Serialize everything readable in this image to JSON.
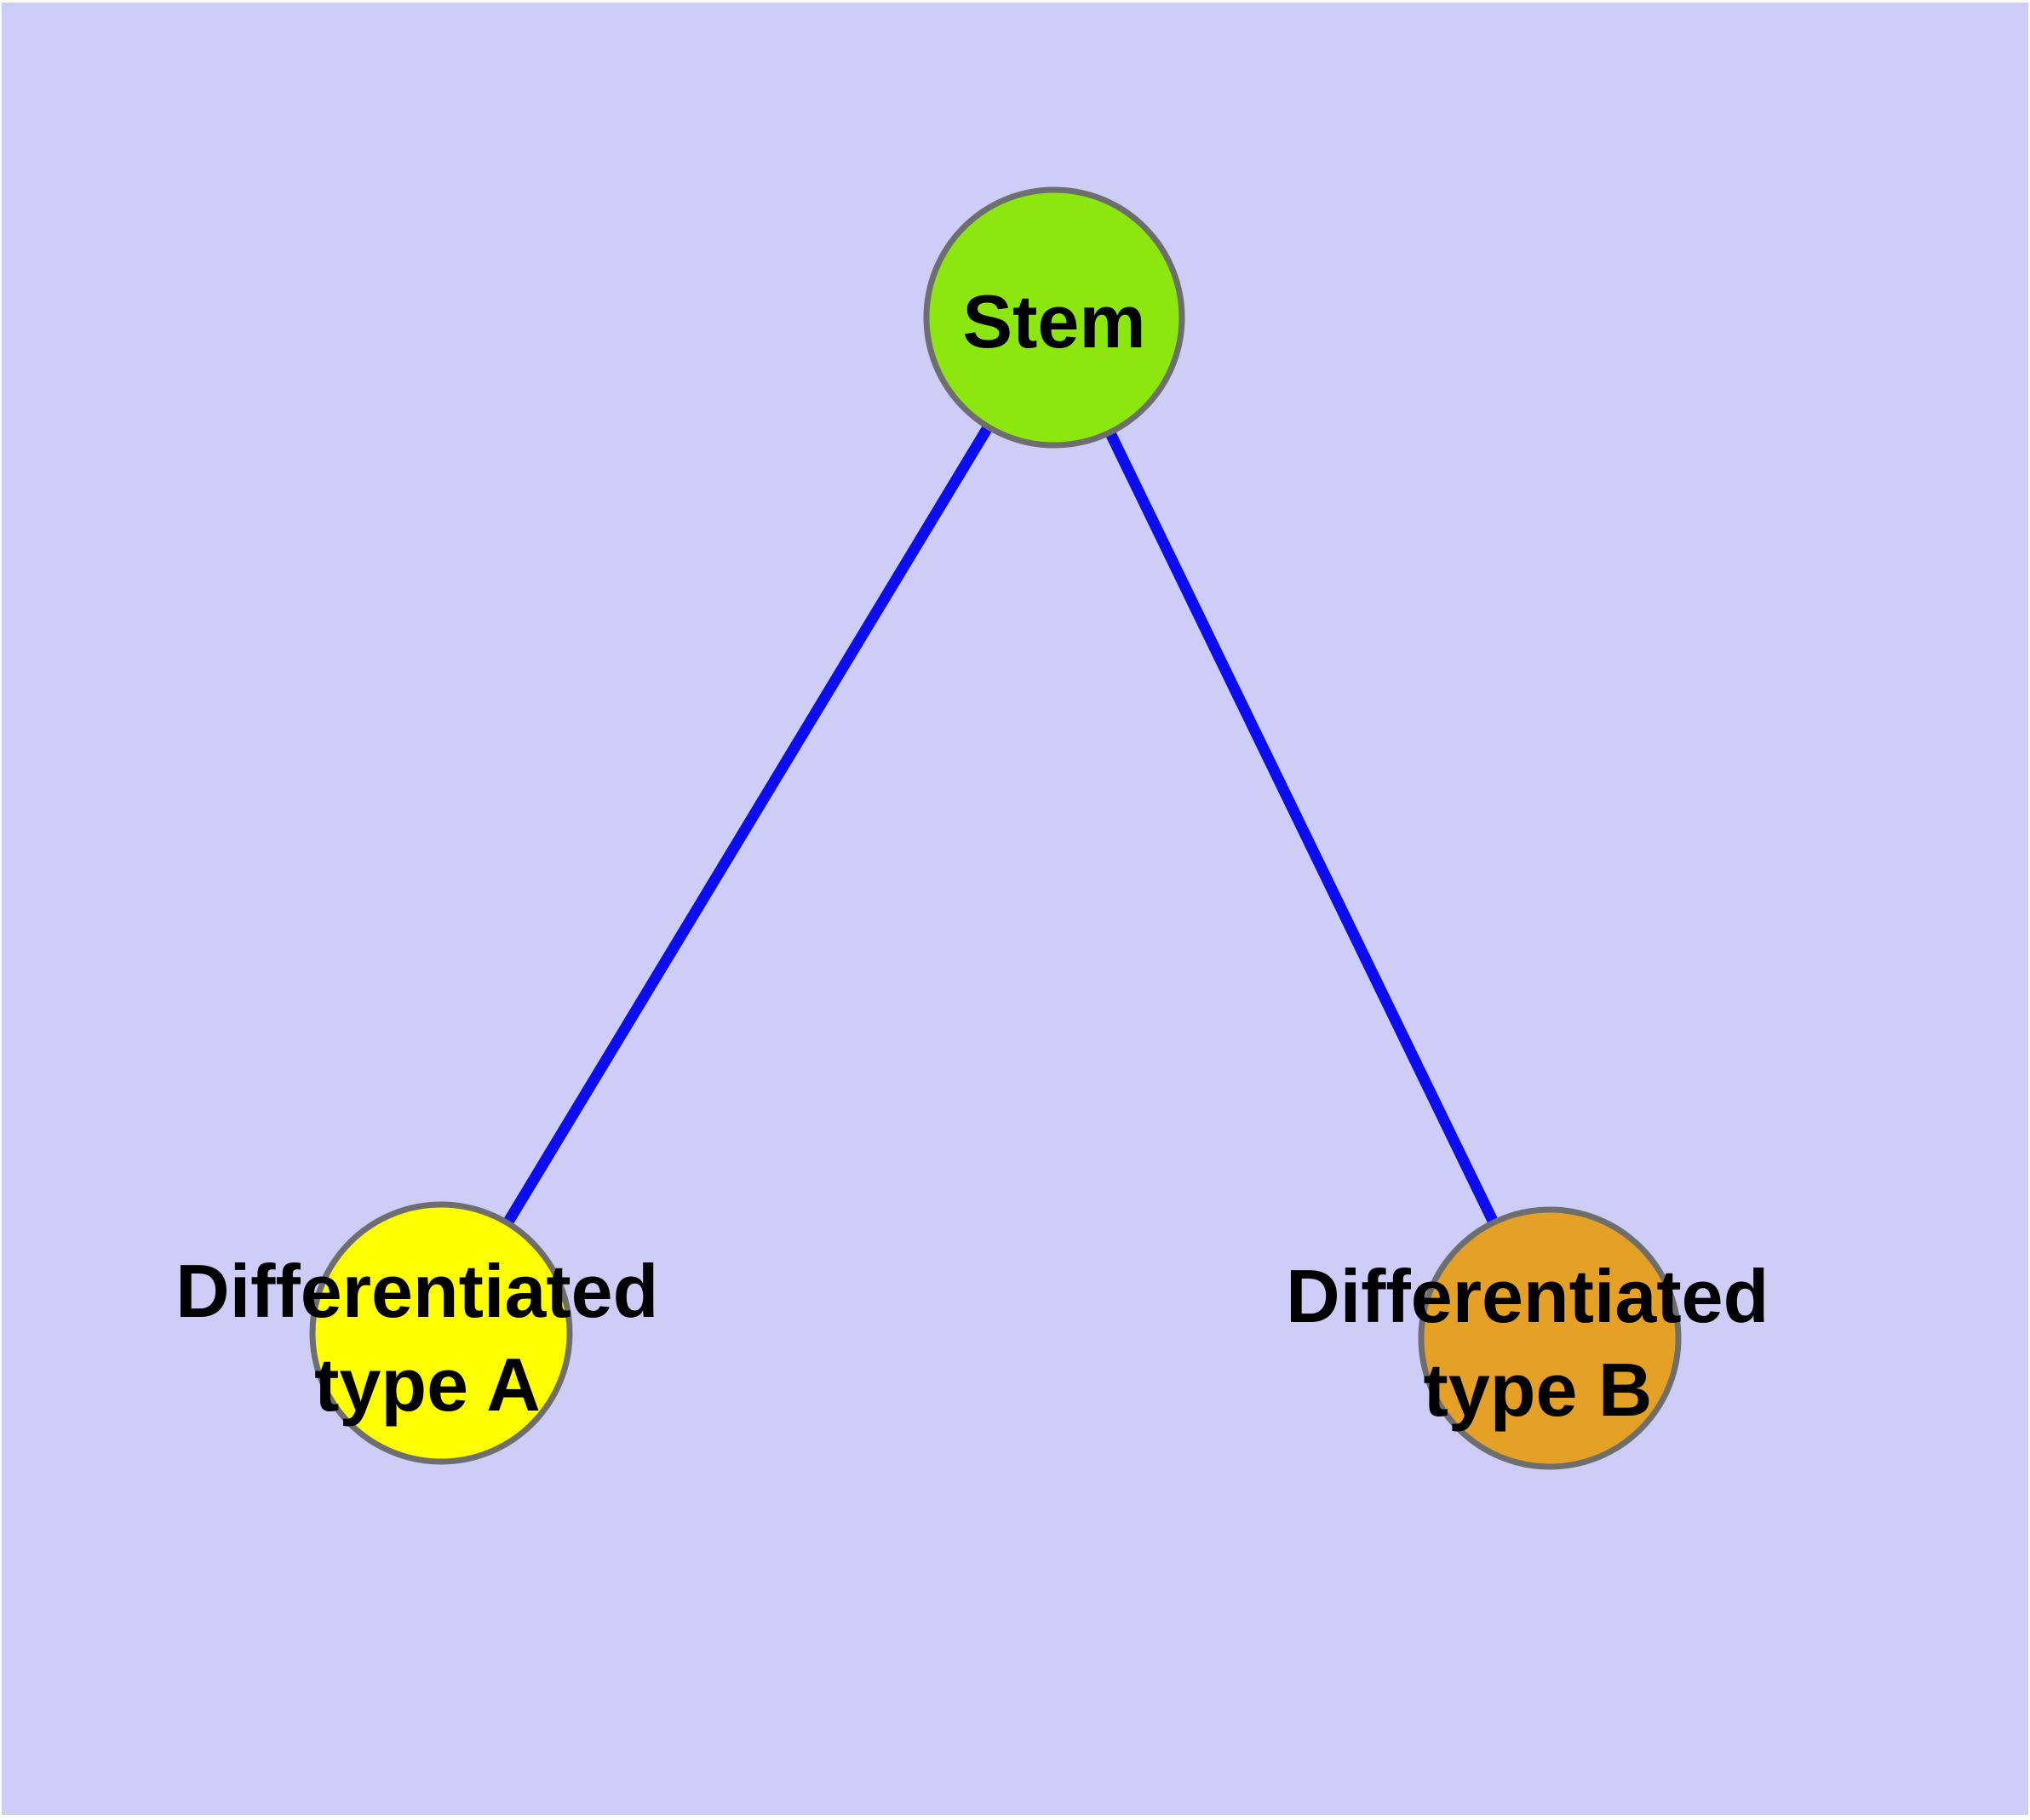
{
  "canvas": {
    "background_color": "#CDCDF7",
    "frame_color": "#FFFFFF"
  },
  "graph": {
    "type": "node-link-diagram",
    "edge_color": "#0C0CF0",
    "node_border_color": "#6E6E6E",
    "label_color": "#000000",
    "nodes": {
      "stem": {
        "label": "Stem",
        "color": "#8CE70E"
      },
      "type_a": {
        "label_line1": "Differentiated",
        "label_line2": "type A",
        "color": "#FFFF00"
      },
      "type_b": {
        "label_line1": "Differentiated",
        "label_line2": "type B",
        "color": "#E5A125"
      }
    },
    "edges": [
      {
        "from": "Stem",
        "to": "Differentiated type A"
      },
      {
        "from": "Stem",
        "to": "Differentiated type B"
      }
    ]
  }
}
